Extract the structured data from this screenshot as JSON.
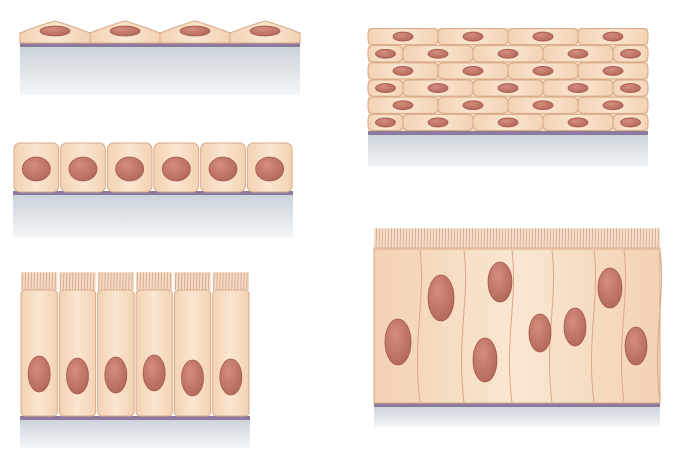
{
  "figure": {
    "panels": [
      {
        "id": "simple-squamous",
        "cell_shape": "squamous",
        "layers": "simple",
        "cells": 4
      },
      {
        "id": "simple-cuboidal",
        "cell_shape": "cuboidal",
        "layers": "simple",
        "cells": 6
      },
      {
        "id": "simple-columnar",
        "cell_shape": "columnar",
        "layers": "simple",
        "cells": 6,
        "apical_microvilli": true
      },
      {
        "id": "stratified-squamous",
        "cell_shape": "squamous",
        "layers": "stratified",
        "rows": 6
      },
      {
        "id": "pseudostratified-columnar",
        "cell_shape": "columnar",
        "layers": "pseudostratified",
        "cells": 8,
        "apical_cilia": true
      }
    ],
    "colors": {
      "cytoplasm": "#f6dcc0",
      "cell_outline": "#d7a988",
      "nucleus": "#c2776a",
      "nucleus_outline": "#a6594e",
      "basement_membrane": "#8e7a9e",
      "connective_tissue": "#d6dde3",
      "apical_surface": "#edc3a4"
    }
  }
}
